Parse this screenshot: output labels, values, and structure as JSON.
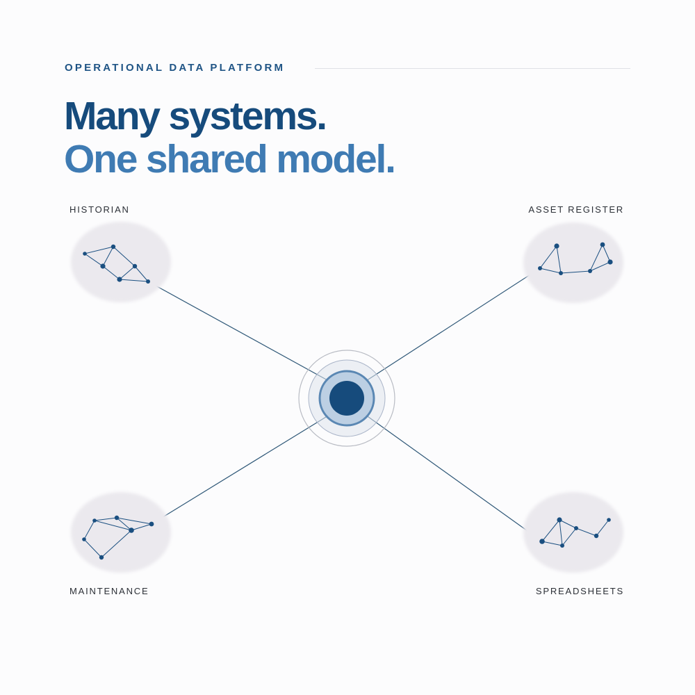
{
  "header": {
    "eyebrow": "OPERATIONAL DATA PLATFORM",
    "headline_line1": "Many systems.",
    "headline_line2": "One shared model."
  },
  "sources": {
    "historian": "HISTORIAN",
    "asset_register": "ASSET REGISTER",
    "maintenance": "MAINTENANCE",
    "spreadsheets": "SPREADSHEETS"
  },
  "colors": {
    "navy": "#164b7c",
    "accent_blue": "#3f7bb3",
    "node": "#1a4f80",
    "blob": "#ebe9ee",
    "connector": "#2e5777"
  },
  "icons": {
    "hub": "concentric-rings-hub-icon",
    "cluster": "node-graph-icon"
  }
}
